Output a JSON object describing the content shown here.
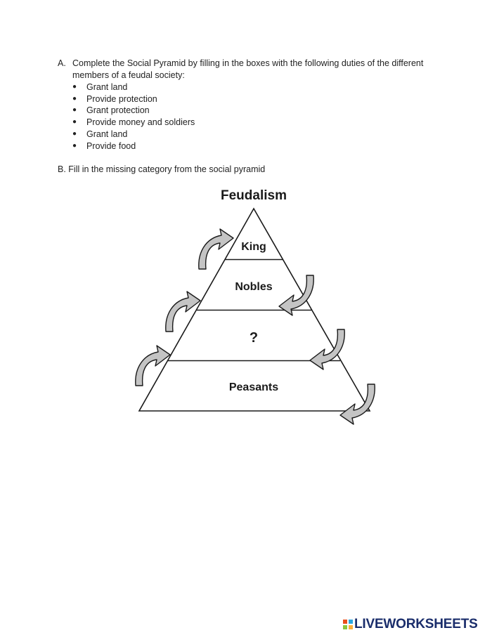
{
  "section_a": {
    "letter": "A.",
    "instruction": "Complete the Social Pyramid by filling in the boxes with the following duties of the different members of a feudal society:",
    "duties": [
      "Grant land",
      "Provide protection",
      "Grant protection",
      "Provide money and soldiers",
      "Grant land",
      "Provide food"
    ]
  },
  "section_b": {
    "instruction": "B. Fill in the missing category from the social pyramid"
  },
  "pyramid": {
    "title": "Feudalism",
    "tiers": [
      "King",
      "Nobles",
      "?",
      "Peasants"
    ]
  },
  "watermark": {
    "text": "LIVEWORKSHEETS"
  },
  "colors": {
    "arrow_fill": "#c4c4c4",
    "stroke": "#1a1a1a",
    "watermark": "#1a2d6b"
  }
}
